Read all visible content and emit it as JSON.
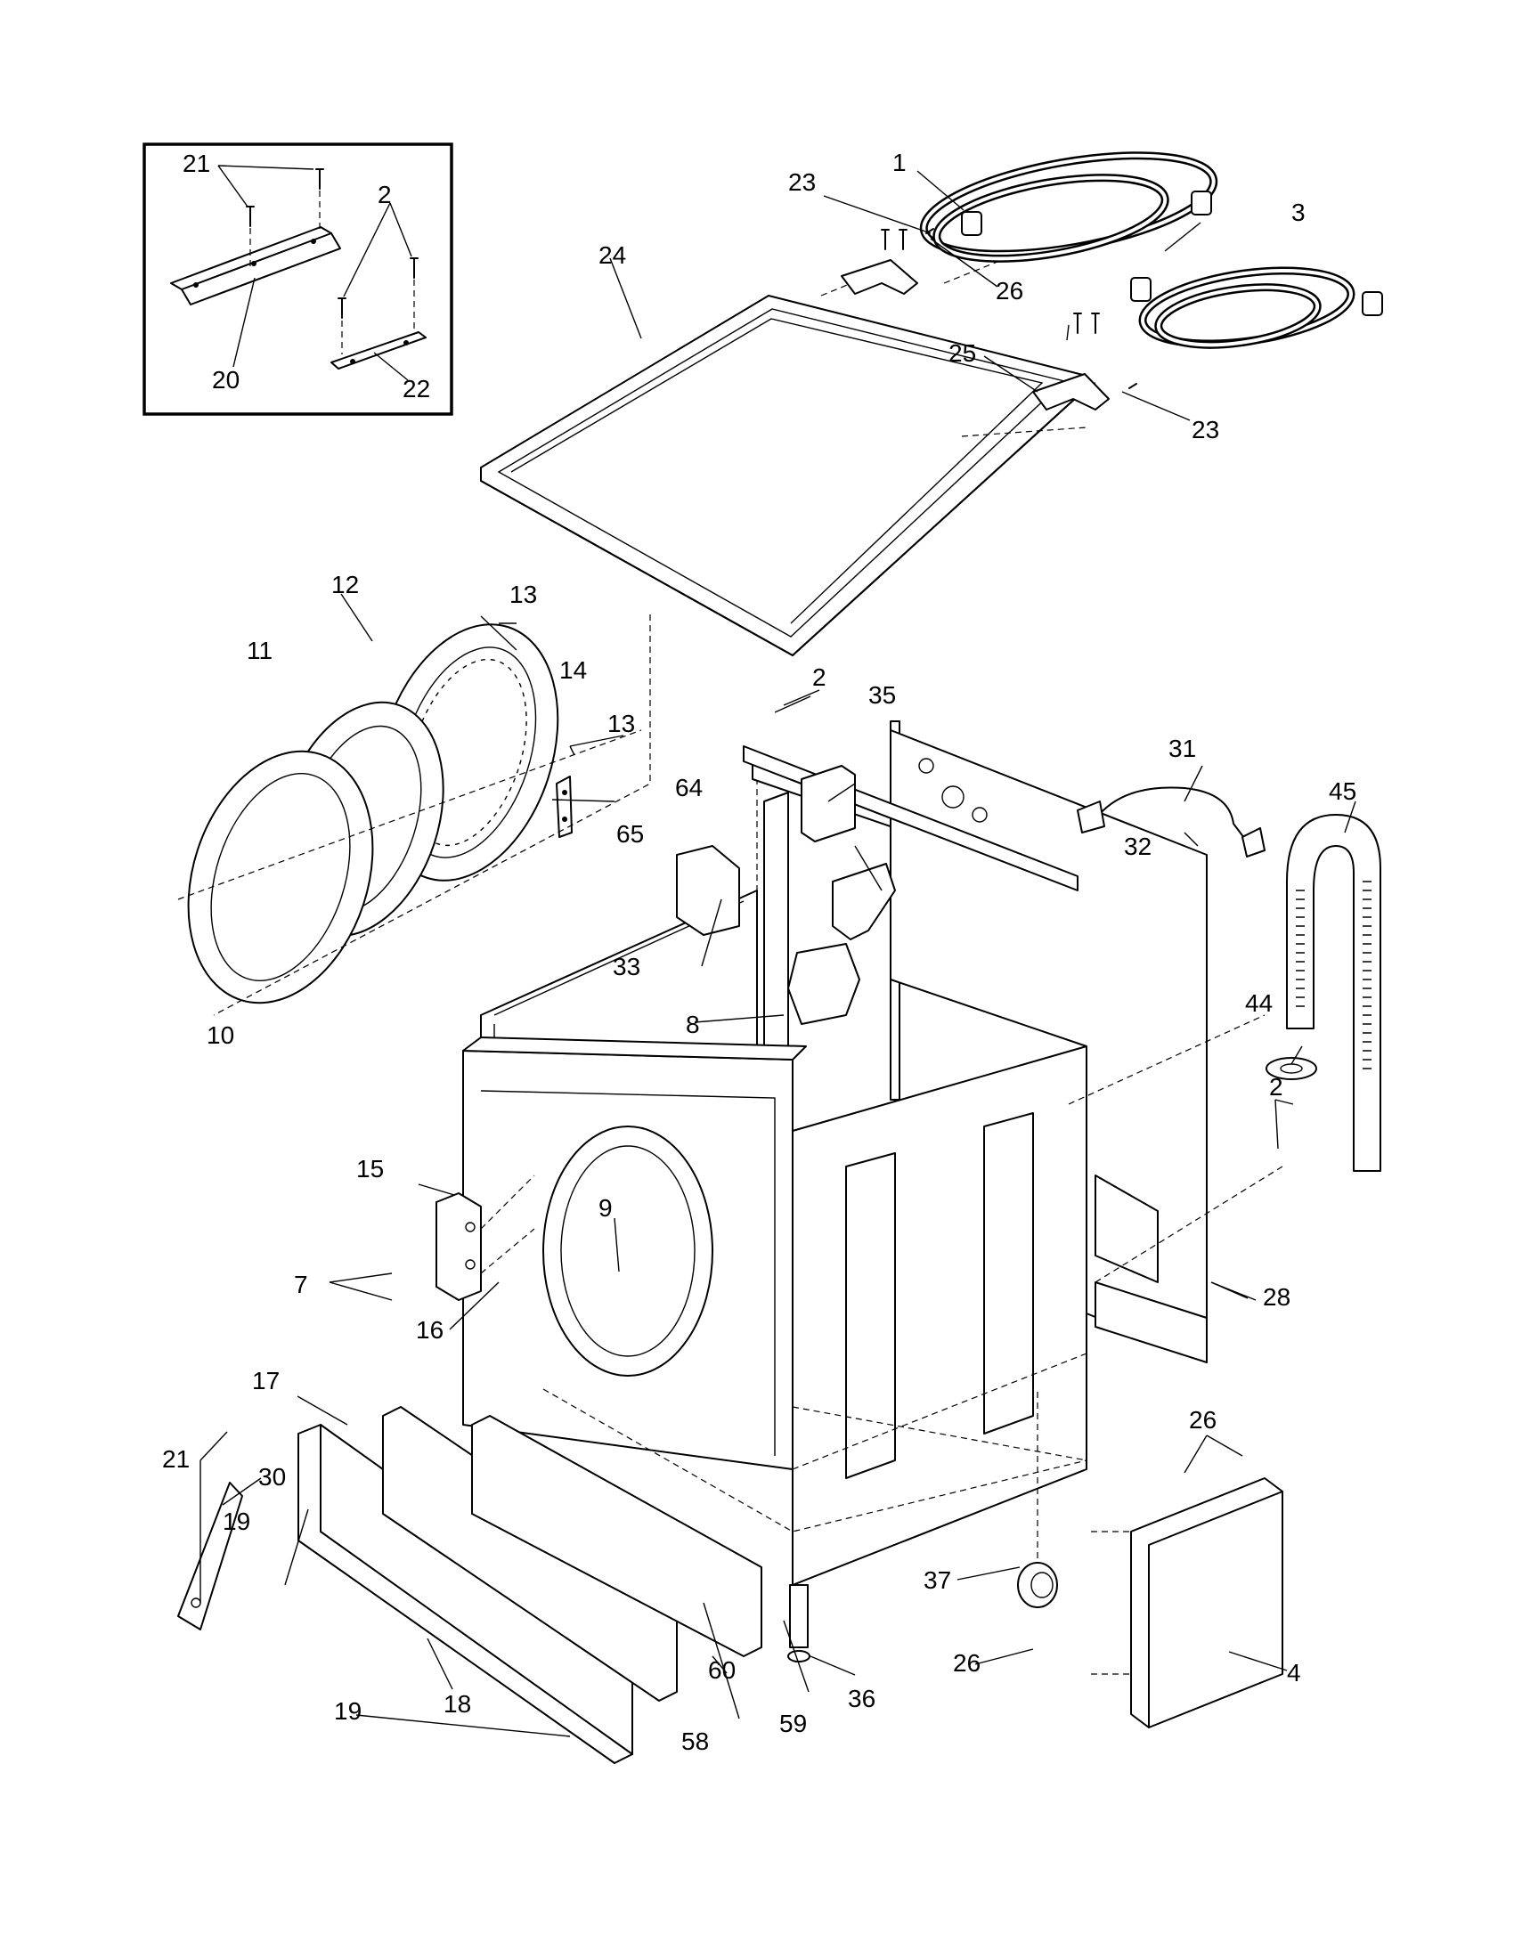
{
  "diagram": {
    "callouts": [
      "1",
      "2",
      "2",
      "2",
      "3",
      "4",
      "7",
      "8",
      "9",
      "10",
      "11",
      "12",
      "13",
      "13",
      "14",
      "15",
      "16",
      "17",
      "18",
      "19",
      "19",
      "20",
      "21",
      "21",
      "22",
      "23",
      "23",
      "24",
      "25",
      "26",
      "26",
      "26",
      "28",
      "30",
      "31",
      "32",
      "33",
      "35",
      "36",
      "37",
      "44",
      "45",
      "58",
      "59",
      "60",
      "64",
      "65"
    ]
  }
}
